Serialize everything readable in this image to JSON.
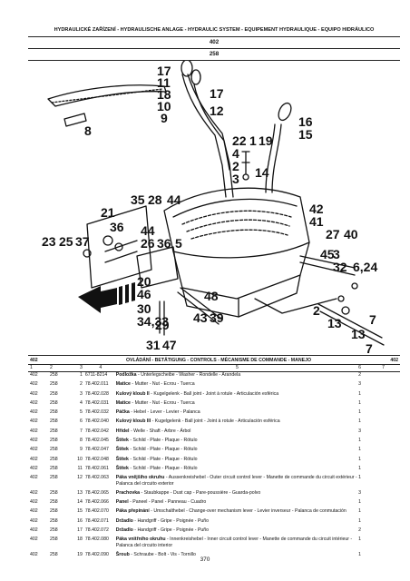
{
  "header": {
    "title": "HYDRAULICKÉ ZAŘÍZENÍ - HYDRAULISCHE ANLAGE - HYDRAULIC SYSTEM - EQUIPEMENT HYDRAULIQUE - EQUIPO HIDRÁULICO",
    "group_no": "402",
    "page_group": "258"
  },
  "diagram": {
    "callouts": [
      "17",
      "11",
      "18",
      "10",
      "9",
      "8",
      "17",
      "12",
      "16",
      "15",
      "22",
      "1",
      "19",
      "4",
      "2",
      "3",
      "14",
      "35",
      "28",
      "44",
      "21",
      "36",
      "23",
      "25",
      "37",
      "44",
      "36",
      "5",
      "26",
      "20",
      "46",
      "30",
      "34,33",
      "29",
      "43",
      "39",
      "31",
      "47",
      "48",
      "42",
      "41",
      "27",
      "40",
      "45",
      "3",
      "32",
      "6,24",
      "2",
      "13",
      "7"
    ]
  },
  "section": {
    "left": "402",
    "title": "OVLÁDÁNÍ - BETÄTIGUNG - CONTROLS - MÉCANISME DE COMMANDE - MANEJO",
    "right": "402"
  },
  "columns": [
    "1",
    "2",
    "3",
    "4",
    "5",
    "6",
    "7"
  ],
  "rows": [
    {
      "c1": "402",
      "c2": "258",
      "c3": "1",
      "c4": "6711-8214",
      "name": "Podložka",
      "rest": " - Unterlegscheibe - Washer - Rondelle - Arandela",
      "qty": "2"
    },
    {
      "c1": "402",
      "c2": "258",
      "c3": "2",
      "c4": "78.402.011",
      "name": "Matice",
      "rest": " - Mutter - Nut - Ecrou - Tuerca",
      "qty": "3"
    },
    {
      "c1": "402",
      "c2": "258",
      "c3": "3",
      "c4": "78.402.028",
      "name": "Kulový kloub II",
      "rest": " - Kugelgelenk - Ball joint - Joint à rotule - Articulación esférica",
      "qty": "1"
    },
    {
      "c1": "402",
      "c2": "258",
      "c3": "4",
      "c4": "78.402.031",
      "name": "Matice",
      "rest": " - Mutter - Nut - Ecrou - Tuerca",
      "qty": "1"
    },
    {
      "c1": "402",
      "c2": "258",
      "c3": "5",
      "c4": "78.402.032",
      "name": "Páčka",
      "rest": " - Hebel - Lever - Levier - Palanca",
      "qty": "1"
    },
    {
      "c1": "402",
      "c2": "258",
      "c3": "6",
      "c4": "78.402.040",
      "name": "Kulový kloub III",
      "rest": " - Kugelgelenk - Ball joint - Joint à rotule - Articulación esférica",
      "qty": "1"
    },
    {
      "c1": "402",
      "c2": "258",
      "c3": "7",
      "c4": "78.402.042",
      "name": "Hřídel",
      "rest": " - Welle - Shaft - Arbre - Árbol",
      "qty": "3"
    },
    {
      "c1": "402",
      "c2": "258",
      "c3": "8",
      "c4": "78.402.045",
      "name": "Štítek",
      "rest": " - Schild - Plate - Plaque - Rótulo",
      "qty": "1"
    },
    {
      "c1": "402",
      "c2": "258",
      "c3": "9",
      "c4": "78.402.047",
      "name": "Štítek",
      "rest": " - Schild - Plate - Plaque - Rótulo",
      "qty": "1"
    },
    {
      "c1": "402",
      "c2": "258",
      "c3": "10",
      "c4": "78.402.048",
      "name": "Štítek",
      "rest": " - Schild - Plate - Plaque - Rótulo",
      "qty": "1"
    },
    {
      "c1": "402",
      "c2": "258",
      "c3": "11",
      "c4": "78.402.061",
      "name": "Štítek",
      "rest": " - Schild - Plate - Plaque - Rótulo",
      "qty": "1"
    },
    {
      "c1": "402",
      "c2": "258",
      "c3": "12",
      "c4": "78.402.063",
      "name": "Páka vnějšího okruhu",
      "rest": " - Aussenkreishebel - Outer circuit control lever - Manette de commande du circuit extérieur - Palanca del circuito exterior",
      "qty": "1"
    },
    {
      "c1": "402",
      "c2": "258",
      "c3": "13",
      "c4": "78.402.065",
      "name": "Prachovka",
      "rest": " - Staubkappe - Dust cap - Pare-poussière - Guarda-polvo",
      "qty": "3"
    },
    {
      "c1": "402",
      "c2": "258",
      "c3": "14",
      "c4": "78.402.066",
      "name": "Panel",
      "rest": " - Paneel - Panel - Panneau - Cuadro",
      "qty": "1"
    },
    {
      "c1": "402",
      "c2": "258",
      "c3": "15",
      "c4": "78.402.070",
      "name": "Páka přepínání",
      "rest": " - Umschalthebel - Change-over mechanism lever - Levier inverseur - Palanca de conmutación",
      "qty": "1"
    },
    {
      "c1": "402",
      "c2": "258",
      "c3": "16",
      "c4": "78.402.071",
      "name": "Držadlo",
      "rest": " - Handgriff - Gripe - Poignée - Puño",
      "qty": "1"
    },
    {
      "c1": "402",
      "c2": "258",
      "c3": "17",
      "c4": "78.402.072",
      "name": "Držadlo",
      "rest": " - Handgriff - Gripe - Poignée - Puño",
      "qty": "2"
    },
    {
      "c1": "402",
      "c2": "258",
      "c3": "18",
      "c4": "78.402.080",
      "name": "Páka vnitřního okruhu",
      "rest": " - Innenkreishebel - Inner circuit control lever - Manette de commande du circuit intérieur - Palanca del circuito interior",
      "qty": "1"
    },
    {
      "c1": "402",
      "c2": "258",
      "c3": "19",
      "c4": "78.402.090",
      "name": "Šroub",
      "rest": " - Schraube - Bolt - Vis - Tornillo",
      "qty": "1"
    }
  ],
  "page_number": "370"
}
